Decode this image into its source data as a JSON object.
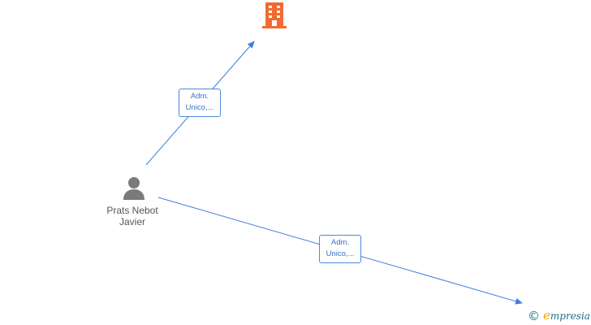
{
  "nodes": {
    "company": {
      "icon": "building-icon",
      "color": "#f26a32"
    },
    "person": {
      "icon": "person-icon",
      "color": "#7a7a7a",
      "label_line1": "Prats Nebot",
      "label_line2": "Javier"
    }
  },
  "edges": [
    {
      "label_line1": "Adm.",
      "label_line2": "Unico,..."
    },
    {
      "label_line1": "Adm.",
      "label_line2": "Unico,..."
    }
  ],
  "colors": {
    "edge": "#3f7fd9",
    "label_border": "#4a88d9",
    "label_text": "#3a6fc4"
  },
  "watermark": {
    "copyright": "©",
    "brand_initial": "e",
    "brand_rest": "mpresia"
  }
}
